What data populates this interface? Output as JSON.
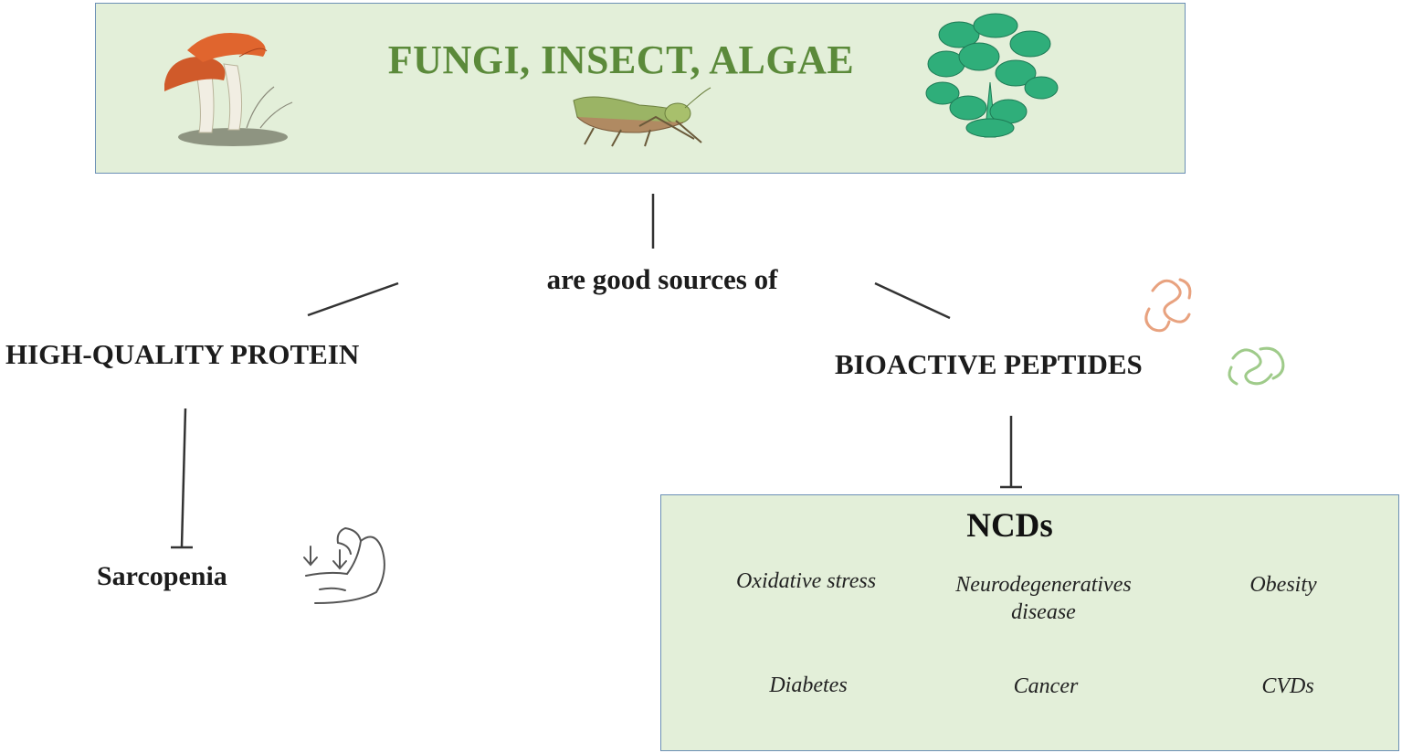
{
  "header": {
    "title": "FUNGI, INSECT, ALGAE"
  },
  "flow": {
    "connector": "are good sources of",
    "left_node": "HIGH-QUALITY PROTEIN",
    "right_node": "BIOACTIVE PEPTIDES",
    "left_outcome": "Sarcopenia"
  },
  "ncds": {
    "title": "NCDs",
    "items": [
      "Oxidative stress",
      "Neurodegeneratives disease",
      "Obesity",
      "Diabetes",
      "Cancer",
      "CVDs"
    ]
  },
  "icons": [
    "mushroom-icon",
    "grasshopper-icon",
    "algae-icon",
    "peptide-chain-icon",
    "muscle-decline-icon"
  ],
  "colors": {
    "box_fill": "#e3efd9",
    "box_border": "#6b8fb5",
    "title_green": "#5b8a3a",
    "peptide_orange": "#e8a27f",
    "peptide_green": "#9fcb8a",
    "algae_teal": "#2fae7a"
  }
}
